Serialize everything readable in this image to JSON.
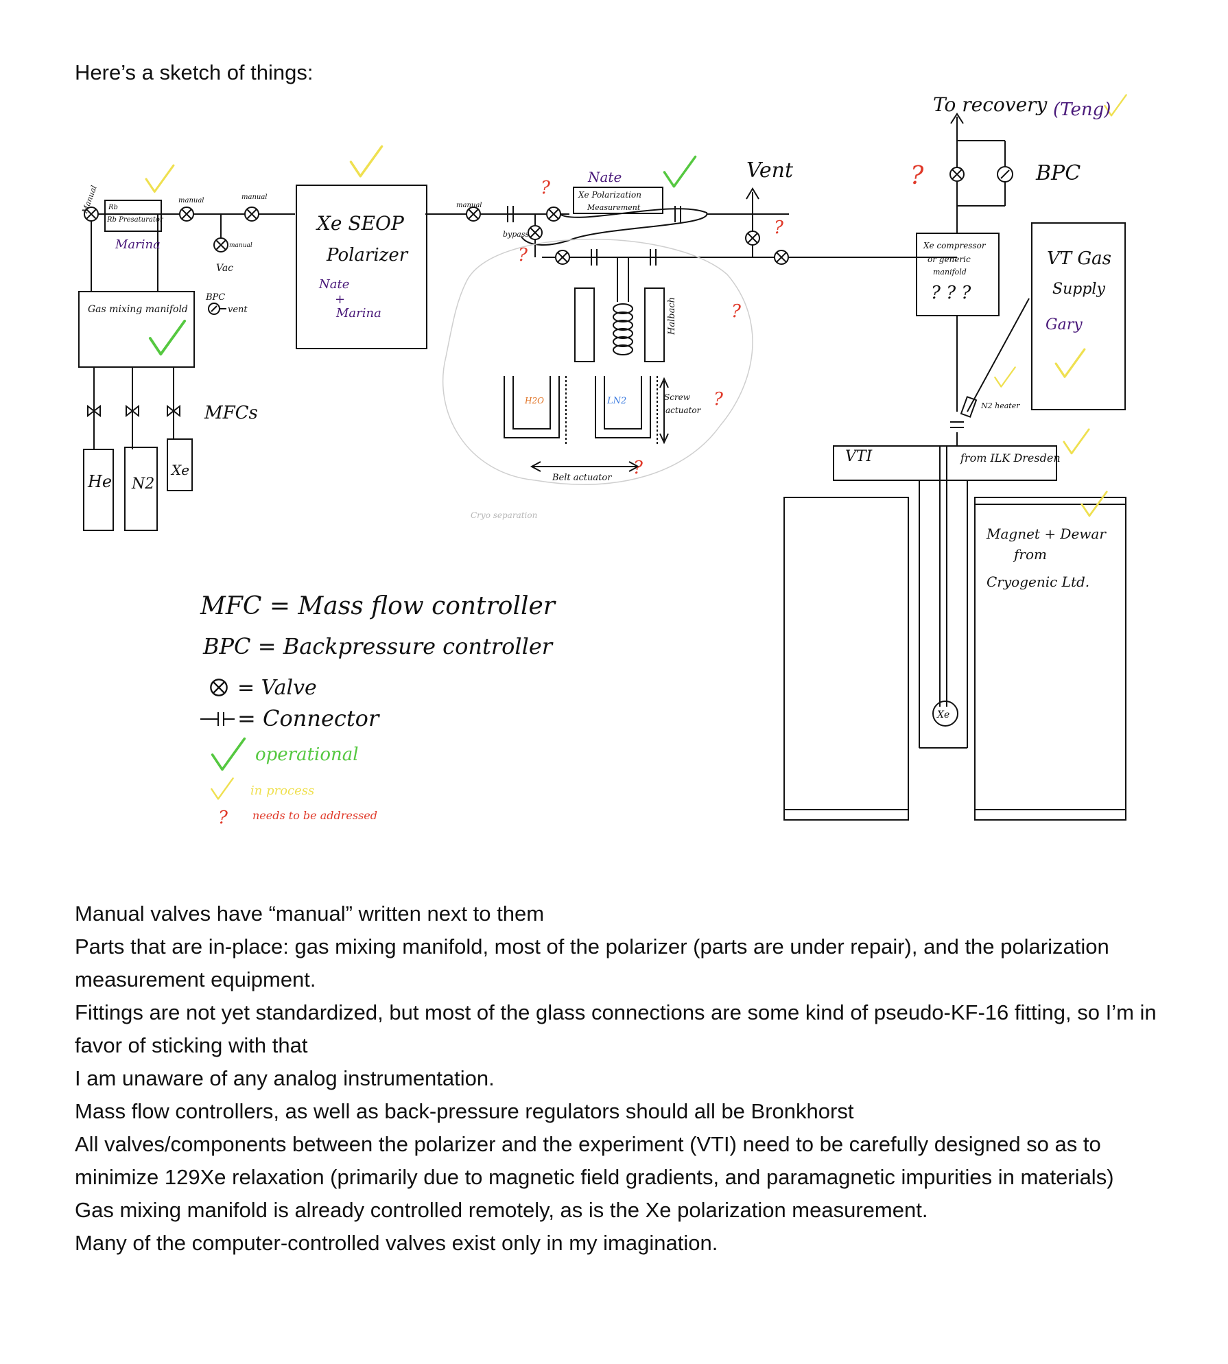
{
  "heading": "Here’s a sketch of things:",
  "diagram": {
    "labels": {
      "manual_far_left": "Manual",
      "rb_presaturator": "Rb Presaturator",
      "marina_1": "Marina",
      "manual_1": "manual",
      "manual_2": "manual",
      "manual_small": "manual",
      "vac": "Vac",
      "bpc_small": "BPC",
      "vent_small": "vent",
      "gas_mixing_manifold": "Gas mixing manifold",
      "mfcs": "MFCs",
      "he": "He",
      "n2": "N2",
      "xe_bottle": "Xe",
      "xe_seop_line1": "Xe SEOP",
      "xe_seop_line2": "Polarizer",
      "nate_marina_1": "Nate",
      "nate_marina_2": "+",
      "nate_marina_3": "Marina",
      "manual_3": "manual",
      "bypass": "bypass",
      "nate_2": "Nate",
      "xe_pol_meas_1": "Xe Polarization",
      "xe_pol_meas_2": "Measurement",
      "halbach": "Halbach",
      "h2o": "H2O",
      "ln2": "LN2",
      "screw_actuator_1": "Screw",
      "screw_actuator_2": "actuator",
      "belt_actuator": "Belt actuator",
      "cryo_separation": "Cryo separation",
      "vent_big": "Vent",
      "to_recovery": "To recovery",
      "teng": "(Teng)",
      "bpc_big": "BPC",
      "xe_compressor_1": "Xe compressor",
      "xe_compressor_2": "or generic",
      "xe_compressor_3": "manifold",
      "qqq": "? ? ?",
      "vt_gas_1": "VT Gas",
      "vt_gas_2": "Supply",
      "gary": "Gary",
      "n2_heater": "N2 heater",
      "vti": "VTI",
      "from_ilk": "from ILK Dresden",
      "magnet_1": "Magnet + Dewar",
      "magnet_2": "from",
      "magnet_3": "Cryogenic Ltd.",
      "xe_cell": "Xe"
    },
    "legend": {
      "mfc": "MFC = Mass flow controller",
      "bpc": "BPC = Backpressure controller",
      "valve": "= Valve",
      "connector": "= Connector",
      "operational": "operational",
      "in_process": "in process",
      "needs": "needs to be addressed"
    },
    "colors": {
      "green": "#55c840",
      "yellow": "#efe050",
      "red": "#e03a2a",
      "purple": "#4a1a7a",
      "blue": "#3a7adf",
      "orange": "#e07020",
      "gray": "#b8b8b8"
    }
  },
  "notes": [
    "Manual valves have “manual” written next to them",
    "Parts that are in-place: gas mixing manifold, most of the polarizer (parts are under repair), and the polarization measurement equipment.",
    "Fittings are not yet standardized, but most of the glass connections are some kind of pseudo-KF-16 fitting, so I’m in favor of sticking with that",
    "I am unaware of any analog instrumentation.",
    "Mass flow controllers, as well as back-pressure regulators should all be Bronkhorst",
    "All valves/components between the polarizer and the experiment (VTI) need to be carefully designed so as to minimize 129Xe relaxation (primarily due to magnetic field gradients, and paramagnetic impurities in materials)",
    "Gas mixing manifold is already controlled remotely, as is the Xe polarization measurement.",
    "Many of the computer-controlled valves exist only in my imagination."
  ]
}
